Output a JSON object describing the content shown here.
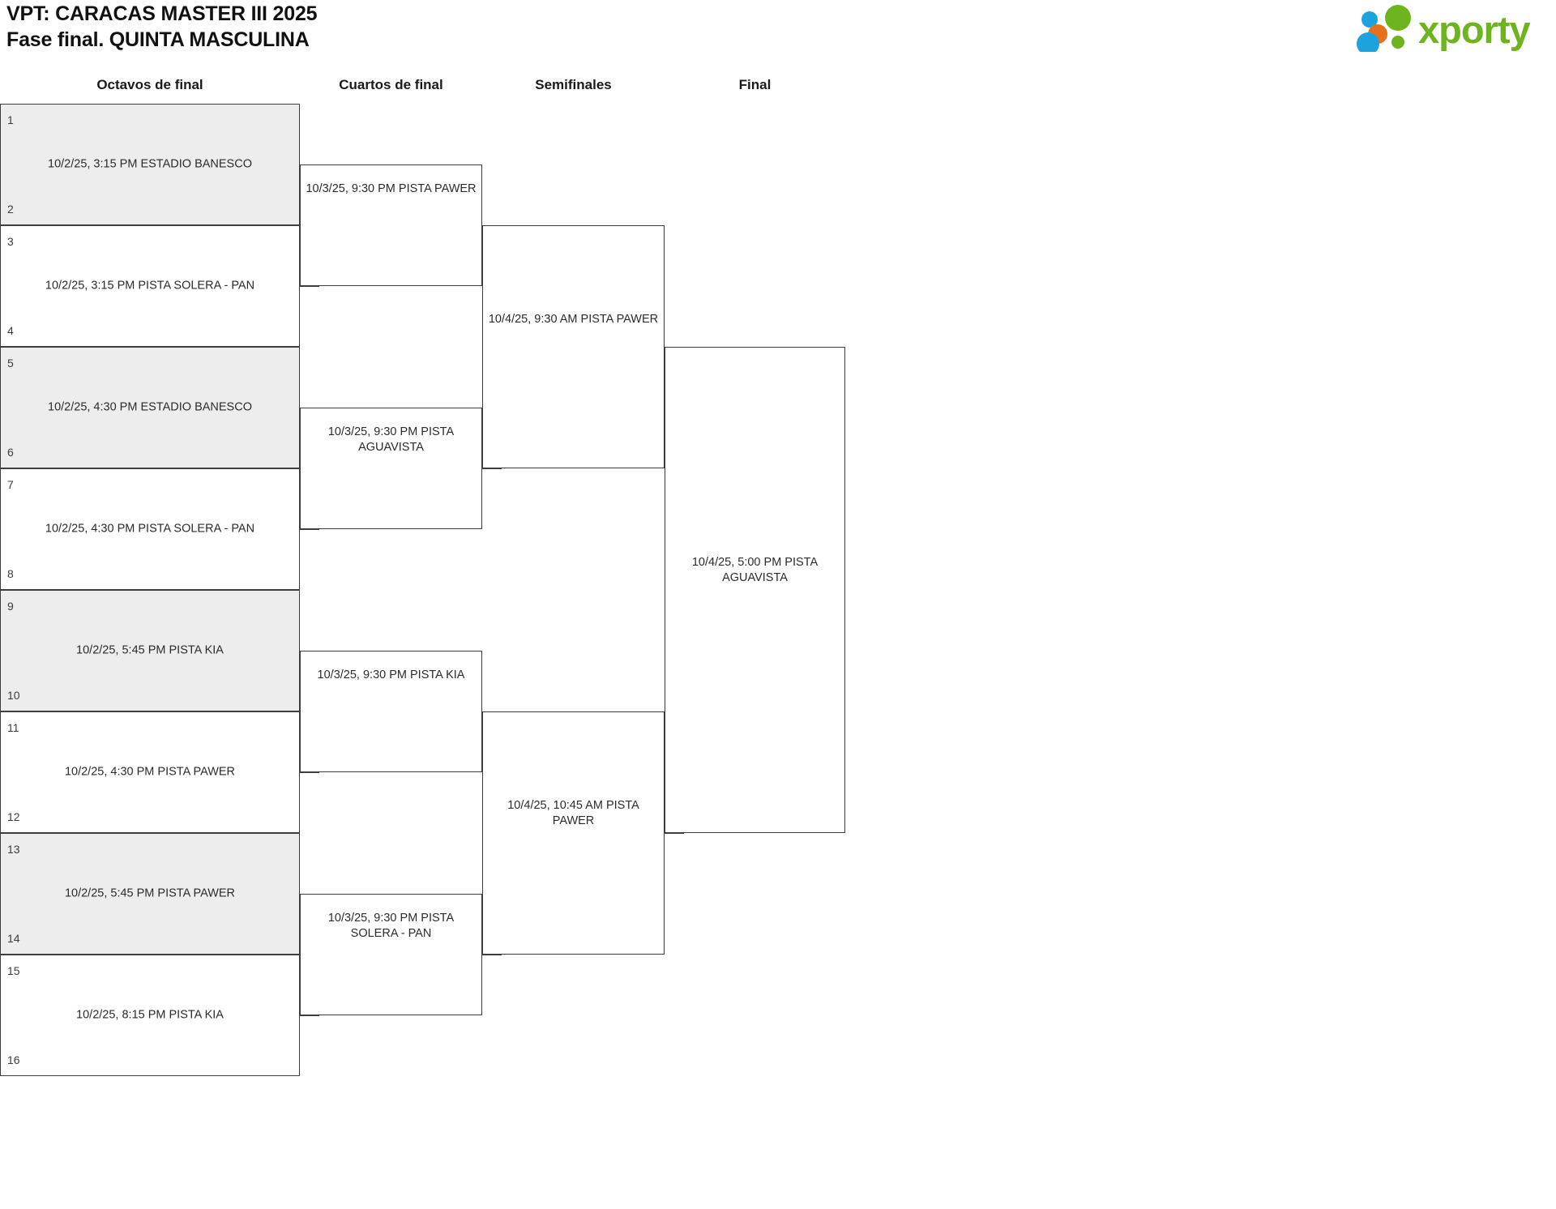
{
  "header": {
    "title_line1": "VPT: CARACAS MASTER III 2025",
    "title_line2": "Fase final. QUINTA MASCULINA",
    "logo_text": "xporty",
    "logo_colors": {
      "green": "#6EB41E",
      "orange": "#E8701A",
      "blue": "#1CA3DE"
    }
  },
  "rounds": [
    {
      "id": "octavos",
      "label": "Octavos de final"
    },
    {
      "id": "cuartos",
      "label": "Cuartos de final"
    },
    {
      "id": "semis",
      "label": "Semifinales"
    },
    {
      "id": "final",
      "label": "Final"
    }
  ],
  "octavos": [
    {
      "seed_top": "1",
      "seed_bottom": "2",
      "info": "10/2/25, 3:15 PM ESTADIO BANESCO"
    },
    {
      "seed_top": "3",
      "seed_bottom": "4",
      "info": "10/2/25, 3:15 PM PISTA SOLERA - PAN"
    },
    {
      "seed_top": "5",
      "seed_bottom": "6",
      "info": "10/2/25, 4:30 PM ESTADIO BANESCO"
    },
    {
      "seed_top": "7",
      "seed_bottom": "8",
      "info": "10/2/25, 4:30 PM PISTA SOLERA - PAN"
    },
    {
      "seed_top": "9",
      "seed_bottom": "10",
      "info": "10/2/25, 5:45 PM PISTA KIA"
    },
    {
      "seed_top": "11",
      "seed_bottom": "12",
      "info": "10/2/25, 4:30 PM PISTA PAWER"
    },
    {
      "seed_top": "13",
      "seed_bottom": "14",
      "info": "10/2/25, 5:45 PM PISTA PAWER"
    },
    {
      "seed_top": "15",
      "seed_bottom": "16",
      "info": "10/2/25, 8:15 PM PISTA KIA"
    }
  ],
  "cuartos": [
    {
      "info": "10/3/25, 9:30 PM PISTA PAWER"
    },
    {
      "info": "10/3/25, 9:30 PM PISTA AGUAVISTA"
    },
    {
      "info": "10/3/25, 9:30 PM PISTA KIA"
    },
    {
      "info": "10/3/25, 9:30 PM PISTA SOLERA - PAN"
    }
  ],
  "semis": [
    {
      "info": "10/4/25, 9:30 AM PISTA PAWER"
    },
    {
      "info": "10/4/25, 10:45 AM PISTA PAWER"
    }
  ],
  "final": [
    {
      "info": "10/4/25, 5:00 PM PISTA AGUAVISTA"
    }
  ]
}
